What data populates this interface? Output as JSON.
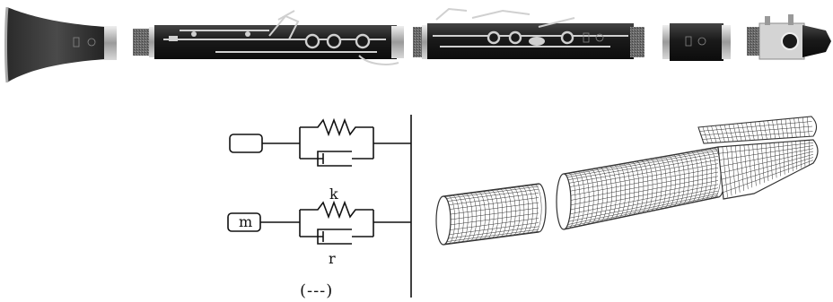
{
  "figure": {
    "labels": {
      "mass": "m",
      "spring": "k",
      "damper": "r",
      "ellipsis": "(---)"
    },
    "clarinet_sections": [
      "bell",
      "lower-joint",
      "upper-joint",
      "barrel",
      "mouthpiece"
    ],
    "colors": {
      "body": "#1f1f1f",
      "metal": "#bdbdbd",
      "line": "#111111",
      "mesh": "#333333"
    }
  }
}
